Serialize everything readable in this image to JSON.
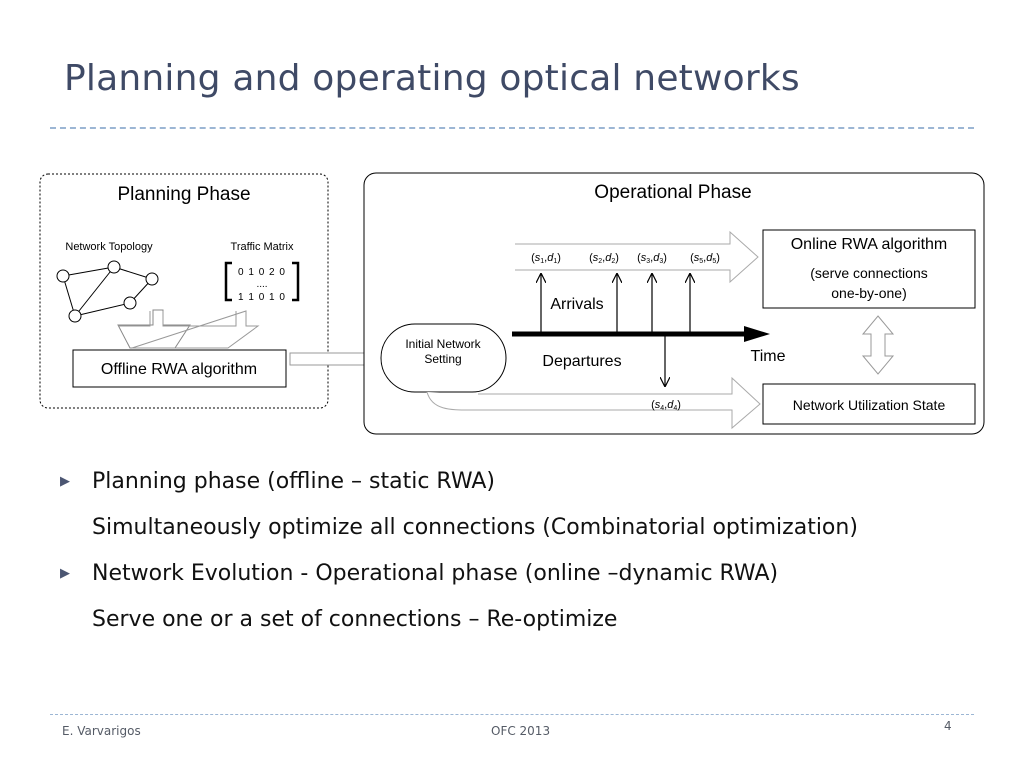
{
  "slide": {
    "title": "Planning and operating optical networks",
    "author": "E. Varvarigos",
    "conference": "OFC 2013",
    "page_number": "4"
  },
  "diagram": {
    "planning_phase": {
      "title": "Planning Phase",
      "network_topology_label": "Network Topology",
      "traffic_matrix_label": "Traffic Matrix",
      "matrix_rows": [
        "0 1 0 2 0",
        "....",
        "1 1 0 1 0"
      ],
      "offline_algorithm": "Offline RWA algorithm"
    },
    "operational_phase": {
      "title": "Operational Phase",
      "initial_setting_line1": "Initial Network",
      "initial_setting_line2": "Setting",
      "arrivals_label": "Arrivals",
      "departures_label": "Departures",
      "time_label": "Time",
      "arrivals": [
        {
          "s": "s",
          "s_sub": "1",
          "d": "d",
          "d_sub": "1"
        },
        {
          "s": "s",
          "s_sub": "2",
          "d": "d",
          "d_sub": "2"
        },
        {
          "s": "s",
          "s_sub": "3",
          "d": "d",
          "d_sub": "3"
        },
        {
          "s": "s",
          "s_sub": "5",
          "d": "d",
          "d_sub": "5"
        }
      ],
      "departure": {
        "s": "s",
        "s_sub": "4",
        "d": "d",
        "d_sub": "4"
      },
      "online_algorithm": "Online RWA algorithm",
      "online_note_line1": "(serve connections",
      "online_note_line2": "one-by-one)",
      "utilization_state": "Network Utilization State"
    }
  },
  "bullets": [
    {
      "text": "Planning phase (offline – static RWA)",
      "marker": true
    },
    {
      "text": "Simultaneously optimize all connections (Combinatorial optimization)",
      "marker": false
    },
    {
      "text": "Network Evolution - Operational phase (online –dynamic RWA)",
      "marker": true
    },
    {
      "text": "Serve one or a set of connections – Re-optimize",
      "marker": false
    }
  ]
}
